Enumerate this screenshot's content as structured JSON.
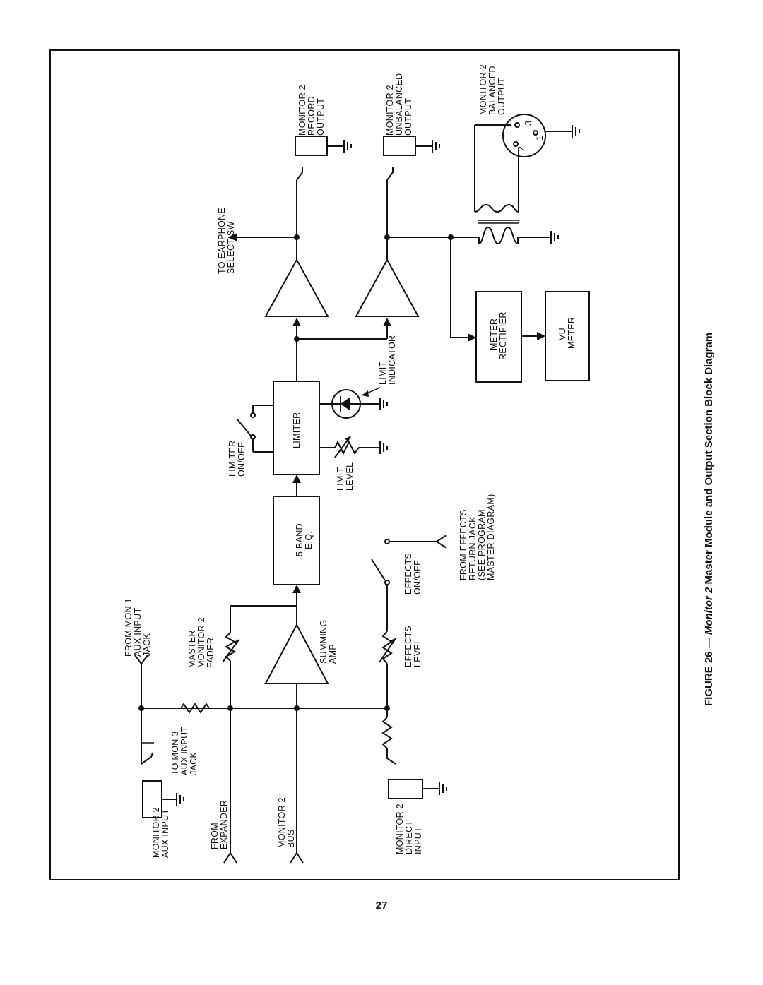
{
  "labels": {
    "mon1_in_1": "FROM MON 1",
    "mon1_in_2": "AUX INPUT",
    "mon1_in_3": "JACK",
    "mon3_out_1": "TO MON 3",
    "mon3_out_2": "AUX INPUT",
    "mon3_out_3": "JACK",
    "aux_in_1": "MONITOR 2",
    "aux_in_2": "AUX INPUT",
    "expander_1": "FROM",
    "expander_2": "EXPANDER",
    "bus_1": "MONITOR 2",
    "bus_2": "BUS",
    "direct_1": "MONITOR 2",
    "direct_2": "DIRECT",
    "direct_3": "INPUT",
    "fader_1": "MASTER",
    "fader_2": "MONITOR 2",
    "fader_3": "FADER",
    "summing_1": "SUMMING",
    "summing_2": "AMP",
    "eff_level_1": "EFFECTS",
    "eff_level_2": "LEVEL",
    "eff_onoff_1": "EFFECTS",
    "eff_onoff_2": "ON/OFF",
    "eff_return_1": "FROM EFFECTS",
    "eff_return_2": "RETURN JACK",
    "eff_return_3": "(SEE PROGRAM",
    "eff_return_4": "MASTER DIAGRAM)",
    "eq_1": "5 BAND",
    "eq_2": "E.Q.",
    "limiter_onoff_1": "LIMITER",
    "limiter_onoff_2": "ON/OFF",
    "limiter": "LIMITER",
    "limit_level_1": "LIMIT",
    "limit_level_2": "LEVEL",
    "limit_ind_1": "LIMIT",
    "limit_ind_2": "INDICATOR",
    "earphone_1": "TO EARPHONE",
    "earphone_2": "SELECT SW",
    "meter_rect_1": "METER",
    "meter_rect_2": "RECTIFIER",
    "vu_1": "VU",
    "vu_2": "METER",
    "record_1": "MONITOR 2",
    "record_2": "RECORD",
    "record_3": "OUTPUT",
    "unbal_1": "MONITOR 2",
    "unbal_2": "UNBALANCED",
    "unbal_3": "OUTPUT",
    "bal_1": "MONITOR 2",
    "bal_2": "BALANCED",
    "bal_3": "OUTPUT",
    "pin1": "1",
    "pin2": "2",
    "pin3": "3"
  },
  "caption": {
    "prefix": "FIGURE 26 — ",
    "italic": "Monitor 2",
    "suffix": " Master Module and Output Section Block Diagram"
  },
  "page_number": "27"
}
